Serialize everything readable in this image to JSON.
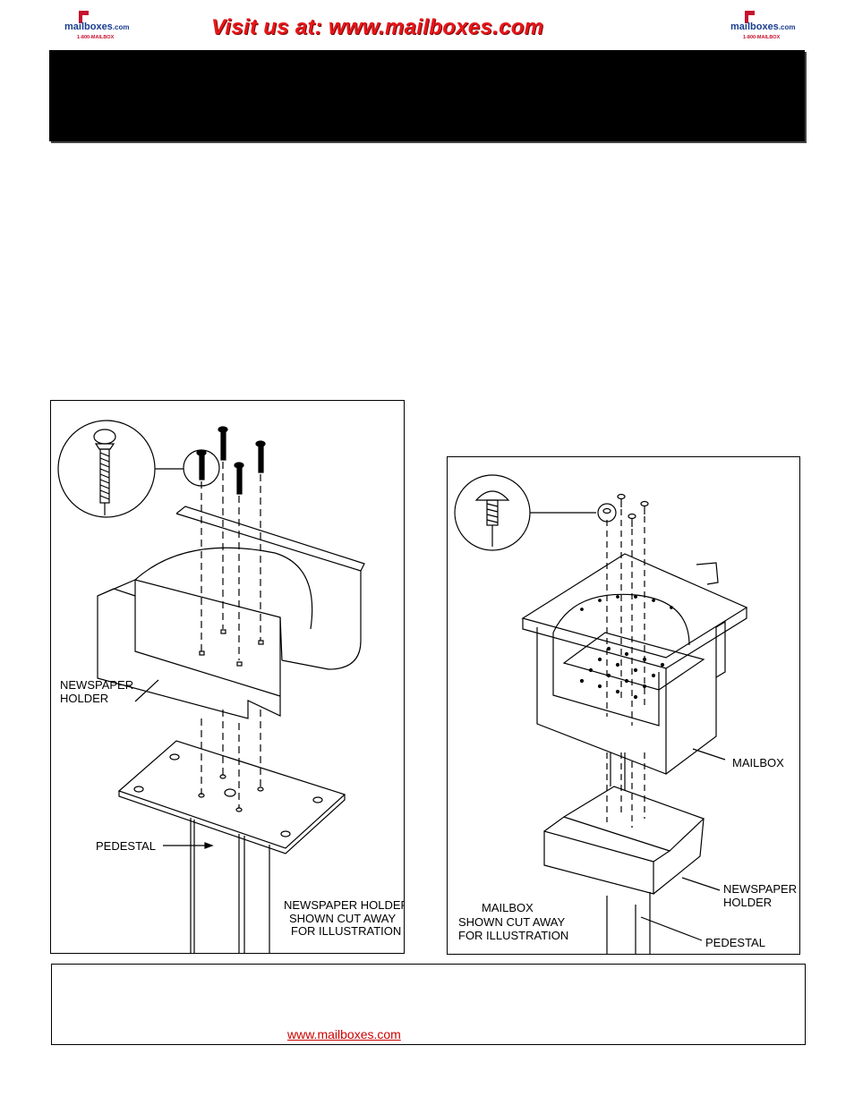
{
  "header": {
    "logo_text": "mailboxes",
    "logo_suffix": ".com",
    "logo_phone": "1-800-MAILBOX",
    "visit_text": "Visit us at: www.mailboxes.com"
  },
  "figure_left": {
    "label_holder_1": "NEWSPAPER",
    "label_holder_2": "HOLDER",
    "label_pedestal": "PEDESTAL",
    "caption_1": "NEWSPAPER HOLDER",
    "caption_2": "SHOWN CUT AWAY",
    "caption_3": "FOR ILLUSTRATION"
  },
  "figure_right": {
    "label_mailbox": "MAILBOX",
    "label_holder_1": "NEWSPAPER",
    "label_holder_2": "HOLDER",
    "label_pedestal": "PEDESTAL",
    "caption_1": "MAILBOX",
    "caption_2": "SHOWN CUT AWAY",
    "caption_3": "FOR ILLUSTRATION"
  },
  "footer": {
    "link_text": "www.mailboxes.com"
  }
}
